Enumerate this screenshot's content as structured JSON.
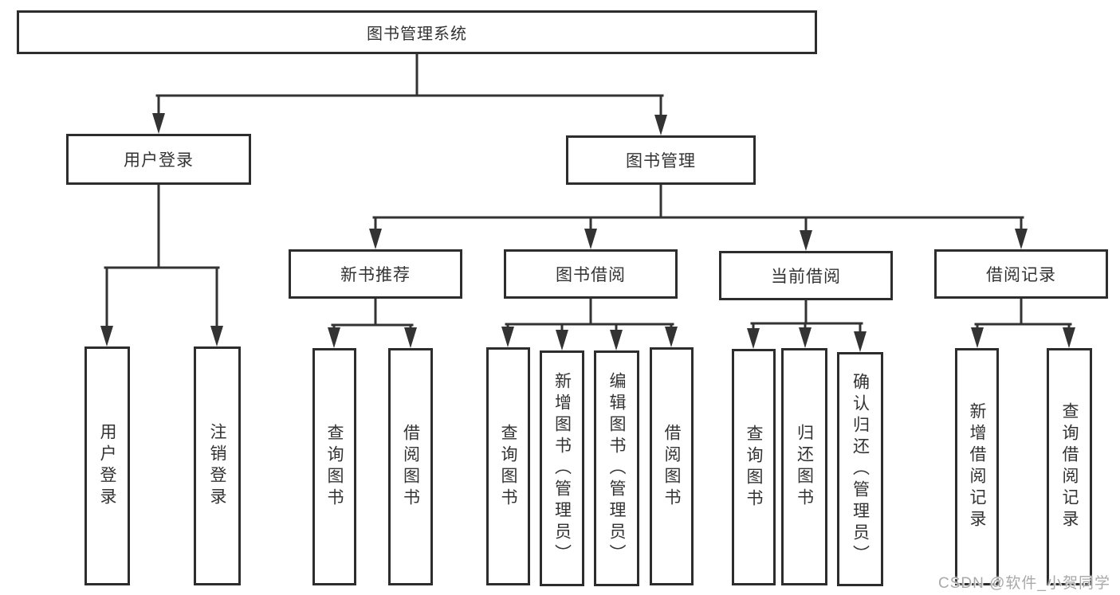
{
  "diagram": {
    "root": {
      "label": "图书管理系统"
    },
    "branches": [
      {
        "label": "用户登录",
        "children": [
          "用户登录",
          "注销登录"
        ]
      },
      {
        "label": "图书管理",
        "sections": [
          {
            "label": "新书推荐",
            "children": [
              "查询图书",
              "借阅图书"
            ]
          },
          {
            "label": "图书借阅",
            "children": [
              "查询图书",
              "新增图书（管理员）",
              "编辑图书（管理员）",
              "借阅图书"
            ]
          },
          {
            "label": "当前借阅",
            "children": [
              "查询图书",
              "归还图书",
              "确认归还（管理员）"
            ]
          },
          {
            "label": "借阅记录",
            "children": [
              "新增借阅记录",
              "查询借阅记录"
            ]
          }
        ]
      }
    ],
    "watermark": "CSDN @软件_小贺同学",
    "colors": {
      "line": "#333333",
      "border": "#2d2d2d",
      "text": "#333333",
      "watermark": "#a9a9a9",
      "background": "#ffffff"
    }
  }
}
